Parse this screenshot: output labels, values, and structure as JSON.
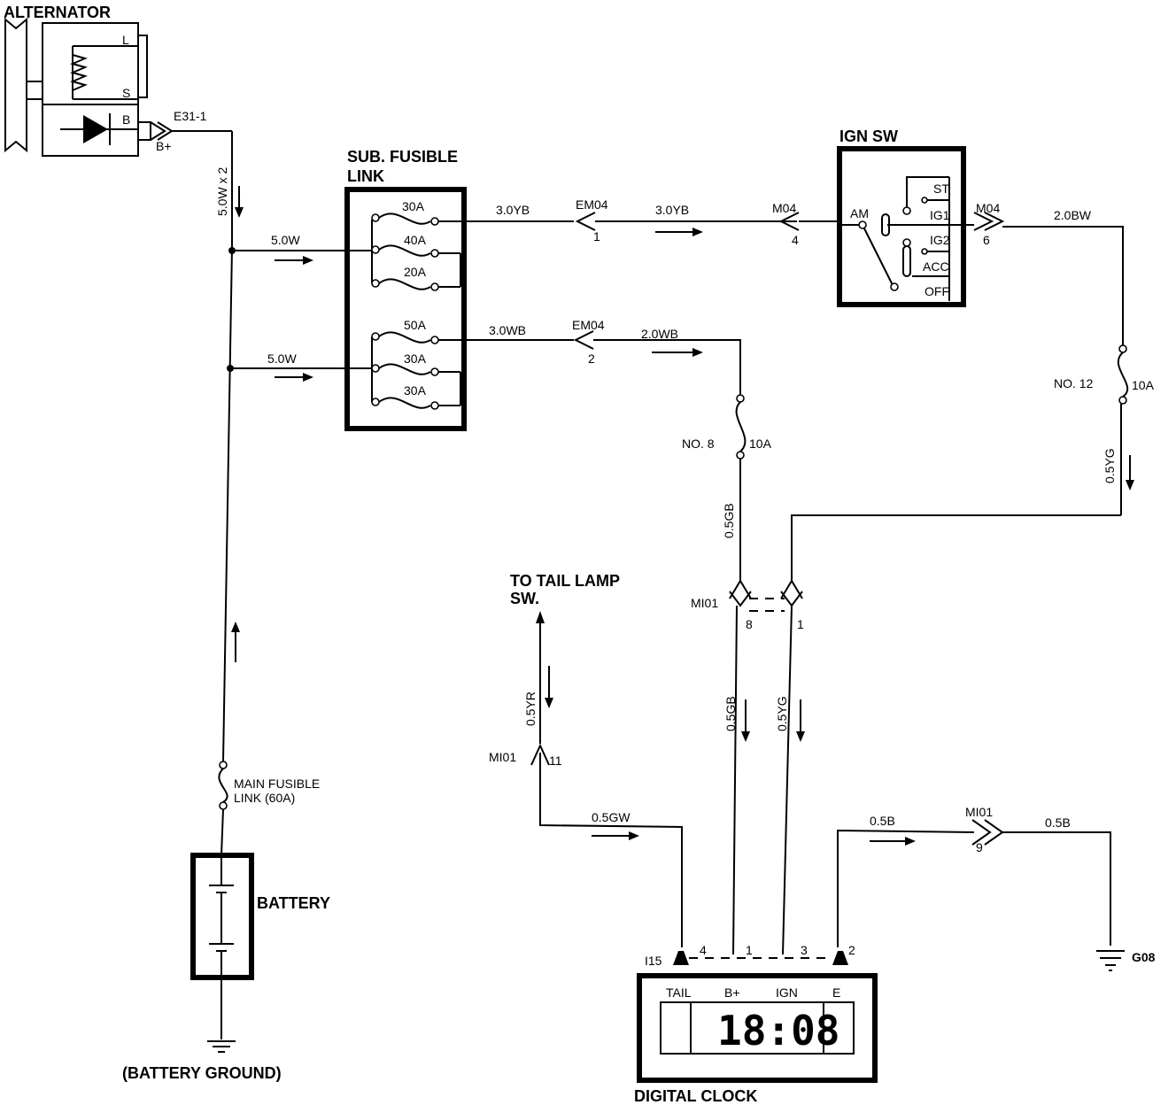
{
  "components": {
    "alternator": {
      "title": "ALTERNATOR",
      "pin_l": "L",
      "pin_s": "S",
      "pin_b": "B",
      "bplus": "B+",
      "connector": "E31-1",
      "wire": "5.0W x 2"
    },
    "sub_fusible_link": {
      "title_line1": "SUB. FUSIBLE",
      "title_line2": "LINK",
      "fuses": [
        "30A",
        "40A",
        "20A",
        "50A",
        "30A",
        "30A"
      ]
    },
    "ign_sw": {
      "title": "IGN SW",
      "am": "AM",
      "st": "ST",
      "ig1": "IG1",
      "ig2": "IG2",
      "acc": "ACC",
      "off": "OFF"
    },
    "battery": {
      "title": "BATTERY",
      "ground": "(BATTERY GROUND)"
    },
    "main_fusible_link": {
      "line1": "MAIN FUSIBLE",
      "line2": "LINK (60A)"
    },
    "tail_lamp": {
      "line1": "TO TAIL LAMP",
      "line2": "SW."
    },
    "digital_clock": {
      "title": "DIGITAL CLOCK",
      "connector": "I15",
      "pins": [
        "4",
        "1",
        "3",
        "2"
      ],
      "labels": [
        "TAIL",
        "B+",
        "IGN",
        "E"
      ],
      "display": "18:08"
    },
    "fuse_no8": {
      "name": "NO. 8",
      "rating": "10A"
    },
    "fuse_no12": {
      "name": "NO. 12",
      "rating": "10A"
    },
    "ground_g08": "G08"
  },
  "wires": {
    "w5_0w_a": "5.0W",
    "w5_0w_b": "5.0W",
    "w3_0yb_a": "3.0YB",
    "w3_0yb_b": "3.0YB",
    "w3_0wb": "3.0WB",
    "w2_0wb": "2.0WB",
    "w2_0bw": "2.0BW",
    "w0_5yg_a": "0.5YG",
    "w0_5gb_a": "0.5GB",
    "w0_5gb_b": "0.5GB",
    "w0_5yg_b": "0.5YG",
    "w0_5yr": "0.5YR",
    "w0_5gw": "0.5GW",
    "w0_5b_a": "0.5B",
    "w0_5b_b": "0.5B"
  },
  "connectors": {
    "em04_a": {
      "name": "EM04",
      "pin": "1"
    },
    "em04_b": {
      "name": "EM04",
      "pin": "2"
    },
    "m04_a": {
      "name": "M04",
      "pin": "4"
    },
    "m04_b": {
      "name": "M04",
      "pin": "6"
    },
    "mi01_a": {
      "name": "MI01",
      "pin_left": "8",
      "pin_right": "1"
    },
    "mi01_b": {
      "name": "MI01",
      "pin": "11"
    },
    "mi01_c": {
      "name": "MI01",
      "pin": "9"
    }
  }
}
